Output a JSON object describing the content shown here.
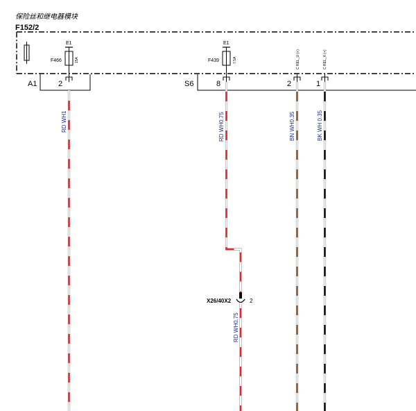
{
  "module": {
    "title": "保险丝和继电器模块",
    "code": "F152/2"
  },
  "connectors": {
    "left": {
      "name": "A1",
      "pin": "2"
    },
    "right": {
      "name": "S6",
      "pins": [
        "8",
        "2",
        "1"
      ]
    }
  },
  "fuses": [
    {
      "name": "F466",
      "source": "E1",
      "rating": "15A"
    },
    {
      "name": "F439",
      "source": "E1",
      "rating": "7.5A"
    }
  ],
  "signals": [
    "C REL_U (+)",
    "C REL_X (+)"
  ],
  "wires": [
    {
      "label": "RD WH1",
      "base": "#ffffff",
      "stripe": "#e8262c"
    },
    {
      "label": "RD WH0.75",
      "base": "#ffffff",
      "stripe": "#e8262c"
    },
    {
      "label": "BN WH0.35",
      "base": "#ffffff",
      "stripe": "#8a5a34"
    },
    {
      "label": "BK WH 0.35",
      "base": "#ffffff",
      "stripe": "#000000"
    },
    {
      "label": "RD WH0.75",
      "base": "#ffffff",
      "stripe": "#e8262c"
    }
  ],
  "inline_connector": {
    "name": "X26/40X2",
    "pin": "2"
  }
}
